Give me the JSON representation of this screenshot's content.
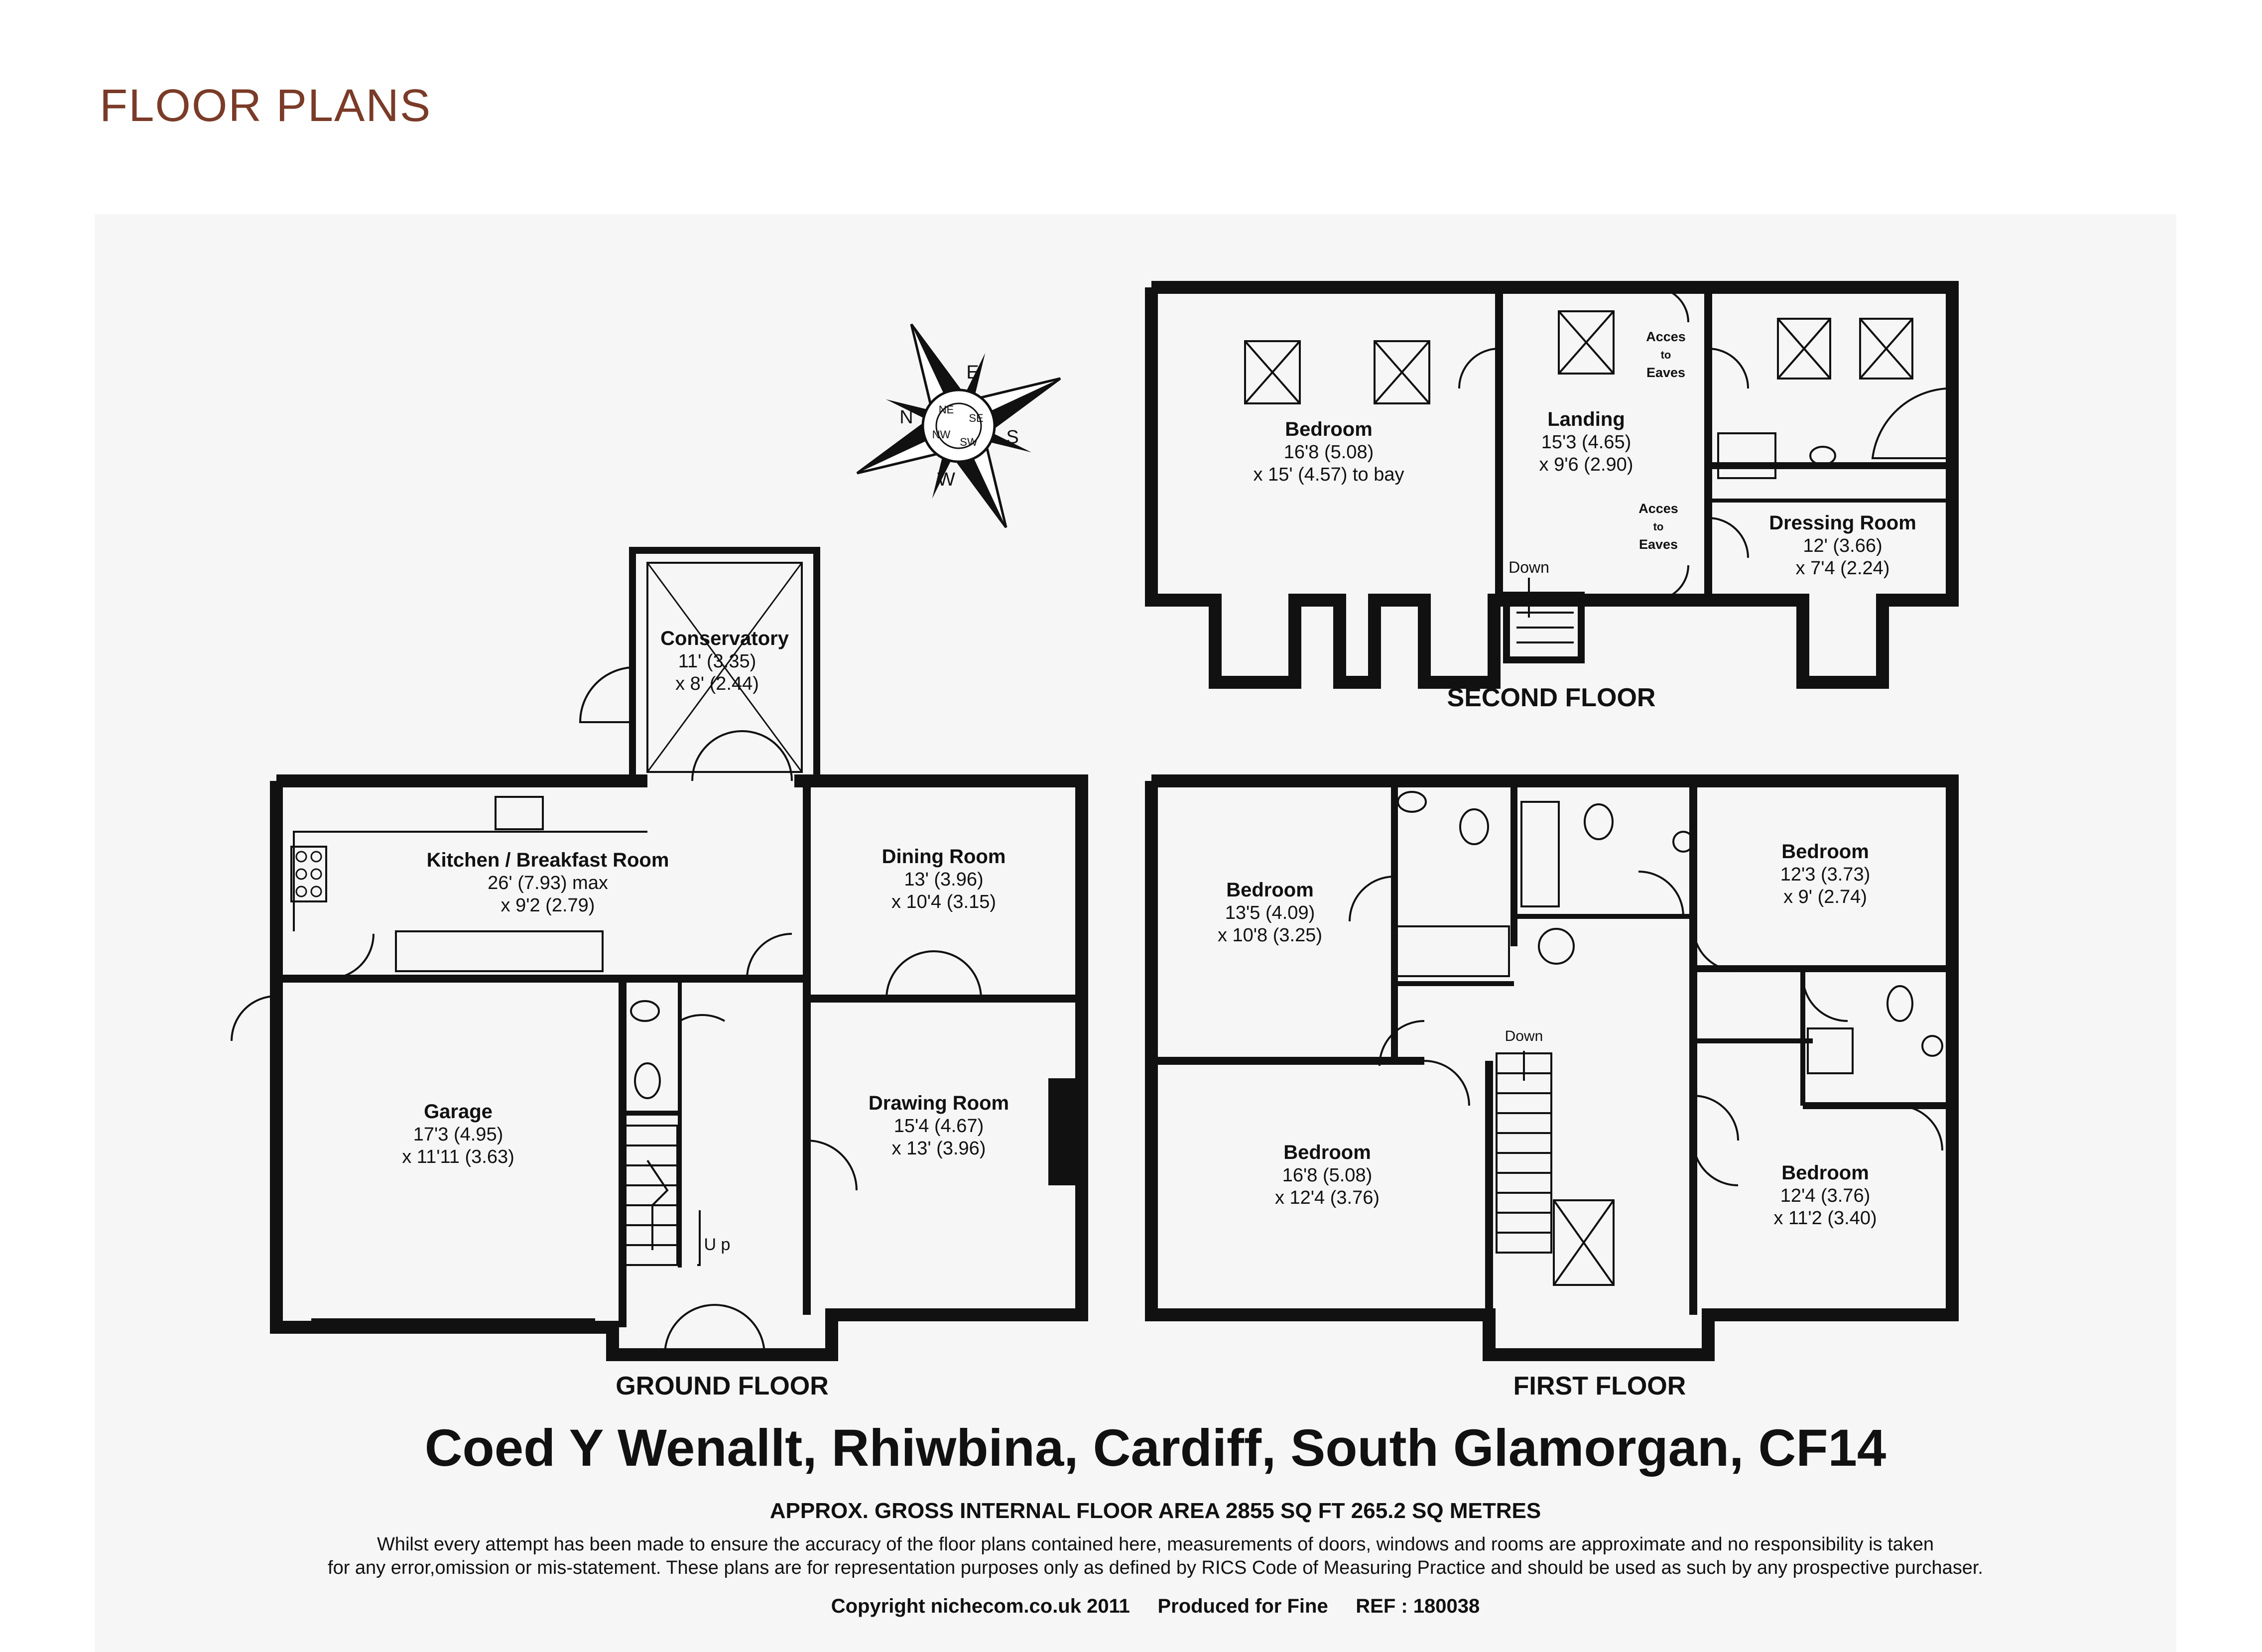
{
  "page": {
    "title": "FLOOR PLANS",
    "address": "Coed Y Wenallt, Rhiwbina, Cardiff, South Glamorgan, CF14",
    "area": "APPROX. GROSS INTERNAL FLOOR AREA 2855 SQ FT 265.2 SQ METRES",
    "disclaimer_line1": "Whilst every attempt has been made to ensure the accuracy of the floor plans contained here, measurements of doors, windows and rooms are approximate and no responsibility is taken",
    "disclaimer_line2": "for any error,omission or mis-statement.  These plans are for representation purposes only as defined by RICS Code of Measuring Practice and should be used as such by any prospective purchaser.",
    "copyright": "Copyright nichecom.co.uk 2011     Produced for Fine     REF : 180038"
  },
  "colors": {
    "title": "#7a3b28",
    "walls": "#111111",
    "text": "#111111",
    "background": "#ffffff",
    "plan_background": "#f6f6f6"
  },
  "compass": {
    "n": "N",
    "e": "E",
    "s": "S",
    "w": "W",
    "ne": "NE",
    "se": "SE",
    "sw": "SW",
    "nw": "NW"
  },
  "floors": {
    "ground": {
      "label": "GROUND FLOOR",
      "stair_label": "U p",
      "rooms": {
        "conservatory": {
          "name": "Conservatory",
          "dim1": "11' (3.35)",
          "dim2": "x 8' (2.44)"
        },
        "kitchen": {
          "name": "Kitchen / Breakfast Room",
          "dim1": "26' (7.93) max",
          "dim2": "x 9'2 (2.79)"
        },
        "dining": {
          "name": "Dining Room",
          "dim1": "13' (3.96)",
          "dim2": "x 10'4 (3.15)"
        },
        "garage": {
          "name": "Garage",
          "dim1": "17'3 (4.95)",
          "dim2": "x 11'11 (3.63)"
        },
        "drawing": {
          "name": "Drawing Room",
          "dim1": "15'4 (4.67)",
          "dim2": "x 13' (3.96)"
        }
      }
    },
    "first": {
      "label": "FIRST FLOOR",
      "stair_label": "Down",
      "rooms": {
        "bed1": {
          "name": "Bedroom",
          "dim1": "13'5 (4.09)",
          "dim2": "x 10'8 (3.25)"
        },
        "bed2": {
          "name": "Bedroom",
          "dim1": "12'3 (3.73)",
          "dim2": "x 9' (2.74)"
        },
        "bed3": {
          "name": "Bedroom",
          "dim1": "16'8 (5.08)",
          "dim2": "x 12'4 (3.76)"
        },
        "bed4": {
          "name": "Bedroom",
          "dim1": "12'4 (3.76)",
          "dim2": "x 11'2 (3.40)"
        }
      }
    },
    "second": {
      "label": "SECOND FLOOR",
      "stair_label": "Down",
      "access1": [
        "Acces",
        "to",
        "Eaves"
      ],
      "access2": [
        "Acces",
        "to",
        "Eaves"
      ],
      "rooms": {
        "bedroom": {
          "name": "Bedroom",
          "dim1": "16'8 (5.08)",
          "dim2": "x 15' (4.57) to bay"
        },
        "landing": {
          "name": "Landing",
          "dim1": "15'3 (4.65)",
          "dim2": "x 9'6 (2.90)"
        },
        "dressing": {
          "name": "Dressing Room",
          "dim1": "12' (3.66)",
          "dim2": "x 7'4 (2.24)"
        }
      }
    }
  }
}
